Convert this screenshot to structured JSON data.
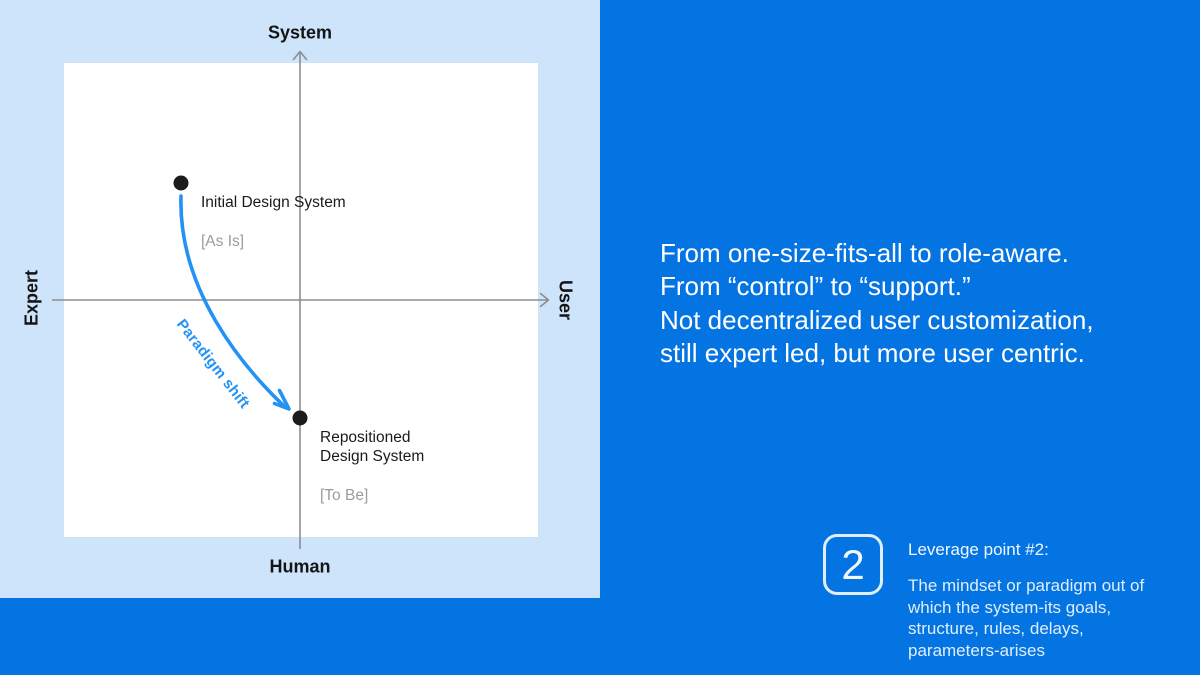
{
  "colors": {
    "slide_bg": "#0474e3",
    "panel_bg": "#cde4fa",
    "plot_bg": "#ffffff",
    "accent_blue": "#2492f4",
    "axis_gray": "#8d8d8d",
    "text_dark": "#1a1a1a",
    "text_muted": "#9c9ca1",
    "text_white": "#ffffff"
  },
  "quadrant": {
    "axis_top": "System",
    "axis_bottom": "Human",
    "axis_left": "Expert",
    "axis_right": "User",
    "point_initial": {
      "label": "Initial Design System",
      "state": "[As Is]"
    },
    "point_repositioned": {
      "label": "Repositioned\nDesign System",
      "state": "[To Be]"
    },
    "arrow_label": "Paradigm shift"
  },
  "narrative": "From one-size-fits-all to role-aware.\nFrom “control” to “support.”\nNot decentralized user customization,\nstill expert led, but more user centric.",
  "leverage": {
    "number": "2",
    "title": "Leverage point #2:",
    "body": "The mindset or paradigm out of\nwhich the system-its goals,\nstructure, rules, delays,\nparameters-arises"
  }
}
